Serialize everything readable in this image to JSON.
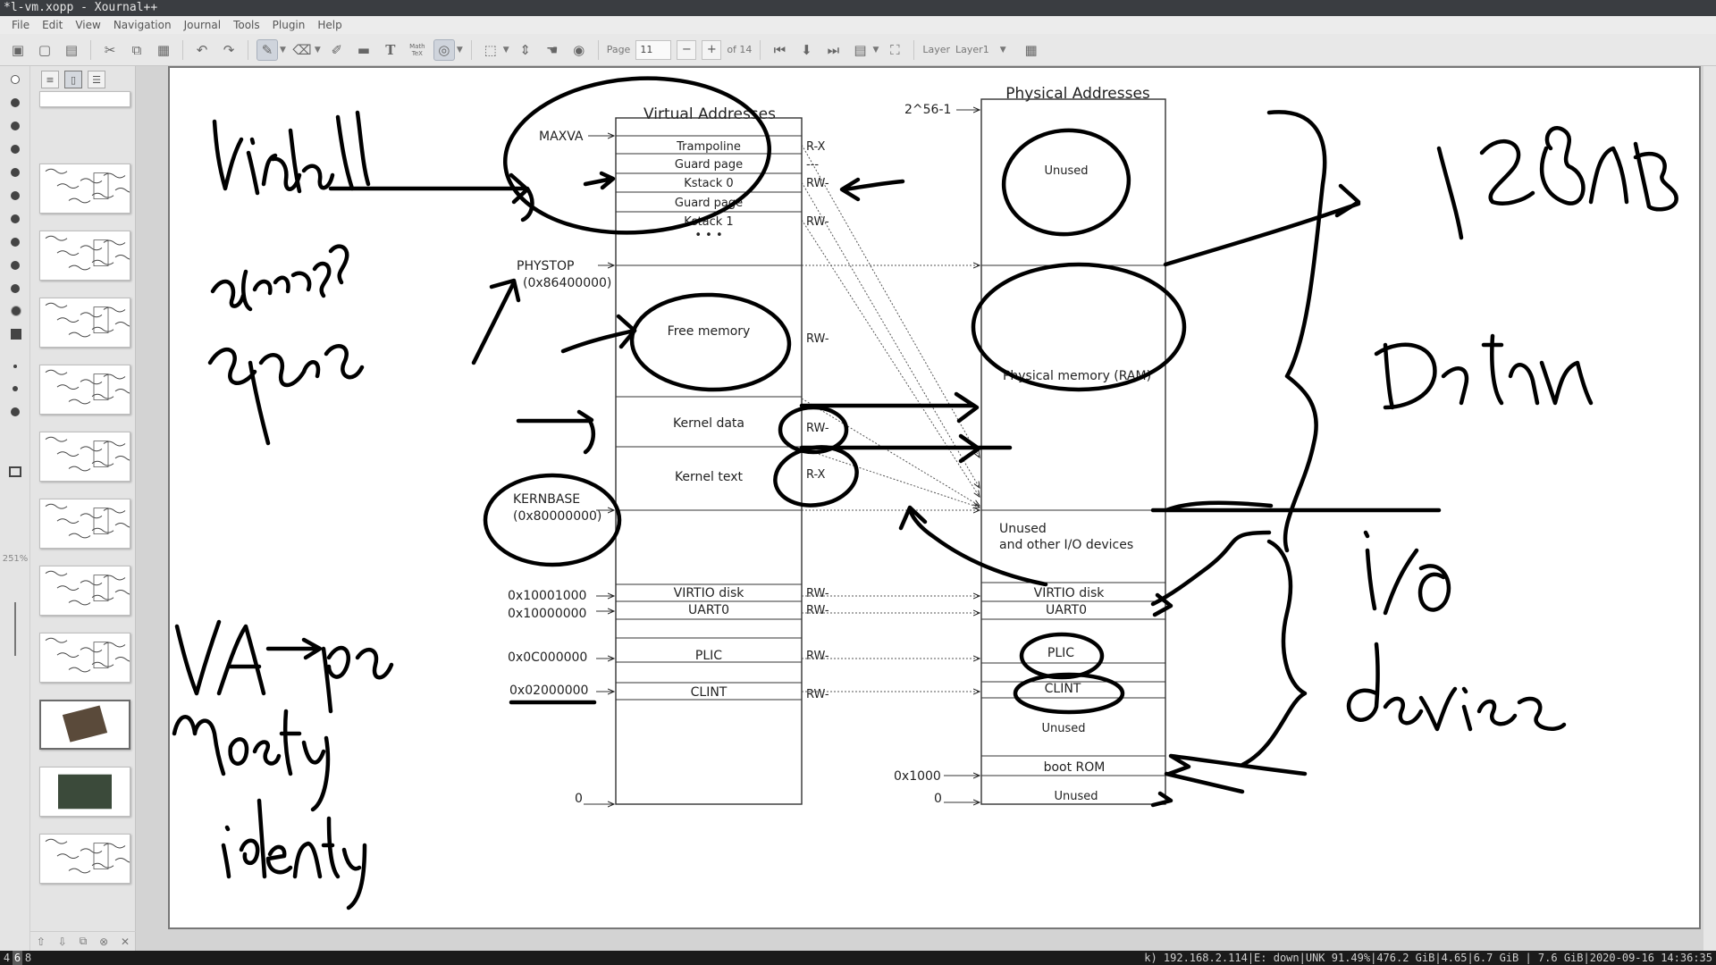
{
  "window": {
    "title": "*l-vm.xopp - Xournal++"
  },
  "menu": [
    "File",
    "Edit",
    "View",
    "Navigation",
    "Journal",
    "Tools",
    "Plugin",
    "Help"
  ],
  "toolbar": {
    "page_label": "Page",
    "page_value": "11",
    "page_minus": "−",
    "page_plus": "+",
    "page_total": "of 14",
    "layer_label": "Layer",
    "layer_value": "Layer1",
    "text_tool": "T",
    "math_tool": "Math TeX"
  },
  "sidebar": {
    "zoom": "251%",
    "thumbnail_count": 12,
    "current_thumbnail": 9
  },
  "diagram": {
    "virtual": {
      "title": "Virtual Addresses",
      "maxva": "MAXVA",
      "physto": "PHYSTOP",
      "physto_addr": "(0x86400000)",
      "kernbase": "KERNBASE",
      "kernbase_addr": "(0x80000000)",
      "addr_virtio": "0x10001000",
      "addr_uart": "0x10000000",
      "addr_plic": "0x0C000000",
      "addr_clint": "0x02000000",
      "addr_zero": "0",
      "rows": {
        "trampoline": "Trampoline",
        "guard1": "Guard page",
        "kstack0": "Kstack 0",
        "guard2": "Guard page",
        "kstack1": "Kstack 1",
        "dots": "• • •",
        "free": "Free memory",
        "kdata": "Kernel data",
        "ktext": "Kernel text",
        "virtio": "VIRTIO disk",
        "uart": "UART0",
        "plic": "PLIC",
        "clint": "CLINT"
      },
      "perms": {
        "trampoline": "R-X",
        "guard": "---",
        "kstack0": "RW-",
        "kstack1": "RW-",
        "free": "RW-",
        "kdata": "RW-",
        "ktext": "R-X",
        "virtio": "RW-",
        "uart": "RW-",
        "plic": "RW-",
        "clint": "RW-"
      }
    },
    "physical": {
      "title": "Physical Addresses",
      "top_addr": "2^56-1",
      "addr_1000": "0x1000",
      "addr_zero": "0",
      "rows": {
        "unused_top": "Unused",
        "ram": "Physical memory (RAM)",
        "unused_io_1": "Unused",
        "unused_io_2": "and other I/O devices",
        "virtio": "VIRTIO disk",
        "uart": "UART0",
        "plic": "PLIC",
        "clint": "CLINT",
        "unused_mid": "Unused",
        "bootrom": "boot ROM",
        "unused_bottom": "Unused"
      }
    }
  },
  "statusbar": {
    "workspaces": [
      "4",
      "6",
      "8"
    ],
    "current_workspace": "6",
    "right": "k) 192.168.2.114|E: down|UNK 91.49%|476.2 GiB|4.65|6.7 GiB | 7.6 GiB|2020-09-16 14:36:35"
  }
}
